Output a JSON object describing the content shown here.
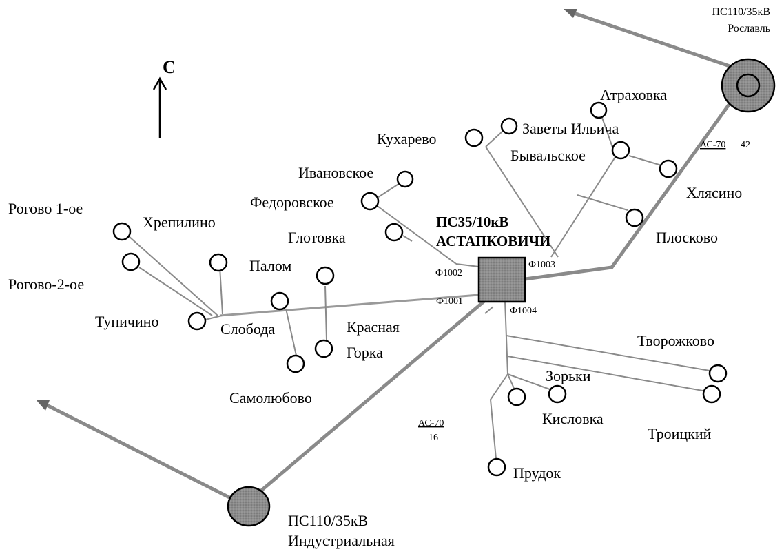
{
  "north": {
    "label": "С"
  },
  "main_substation": {
    "line1": "ПС35/10кВ",
    "line2": "АСТАПКОВИЧИ"
  },
  "feeders": {
    "f1001": "Ф1001",
    "f1002": "Ф1002",
    "f1003": "Ф1003",
    "f1004": "Ф1004"
  },
  "sources": {
    "roslavl": {
      "line1": "ПС110/35кВ",
      "line2": "Рославль"
    },
    "industrial": {
      "line1": "ПС110/35кВ",
      "line2": "Индустриальная"
    }
  },
  "cables": {
    "northeast": {
      "type": "АС-70",
      "length": "42"
    },
    "southwest": {
      "type": "АС-70",
      "length": "16"
    }
  },
  "villages": {
    "atrakhovka": "Атраховка",
    "zavety": "Заветы Ильича",
    "kukharevo": "Кухарево",
    "byvalskoe": "Бывальское",
    "khlyasino": "Хлясино",
    "ploskovo": "Плосково",
    "ivanovskoe": "Ивановское",
    "fedorovskoe": "Федоровское",
    "glotovka": "Глотовка",
    "rogovo1": "Рогово 1-ое",
    "khrepilino": "Хрепилино",
    "rogovo2": "Рогово-2-ое",
    "palom": "Палом",
    "tupichino": "Тупичино",
    "sloboda": "Слобода",
    "krasnaya1": "Красная",
    "krasnaya2": "Горка",
    "samolyubovo": "Самолюбово",
    "tvorozhkovo": "Творожково",
    "zorki": "Зорьки",
    "kislovka": "Кисловка",
    "troitsky": "Троицкий",
    "prudok": "Прудок"
  }
}
